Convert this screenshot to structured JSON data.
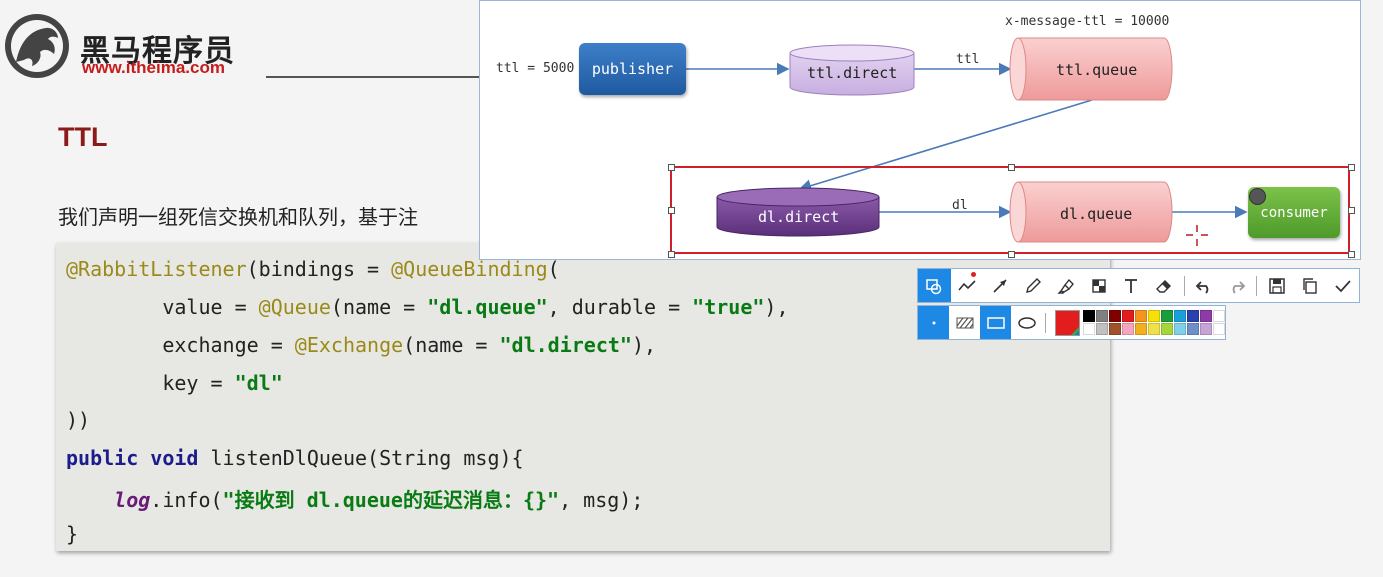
{
  "slide": {
    "logo_cn": "黑马程序员",
    "logo_url": "www.itheima.com",
    "title": "TTL",
    "text": "我们声明一组死信交换机和队列，基于注"
  },
  "code": {
    "lines": [
      [
        {
          "t": "@RabbitListener",
          "c": "c-ann"
        },
        {
          "t": "(bindings = ",
          "c": ""
        },
        {
          "t": "@QueueBinding",
          "c": "c-ann"
        },
        {
          "t": "(",
          "c": ""
        }
      ],
      [
        {
          "t": "        value = ",
          "c": ""
        },
        {
          "t": "@Queue",
          "c": "c-ann"
        },
        {
          "t": "(name = ",
          "c": ""
        },
        {
          "t": "\"dl.queue\"",
          "c": "c-str"
        },
        {
          "t": ", durable = ",
          "c": ""
        },
        {
          "t": "\"true\"",
          "c": "c-str"
        },
        {
          "t": "),",
          "c": ""
        }
      ],
      [
        {
          "t": "        exchange = ",
          "c": ""
        },
        {
          "t": "@Exchange",
          "c": "c-ann"
        },
        {
          "t": "(name = ",
          "c": ""
        },
        {
          "t": "\"dl.direct\"",
          "c": "c-str"
        },
        {
          "t": "),",
          "c": ""
        }
      ],
      [
        {
          "t": "        key = ",
          "c": ""
        },
        {
          "t": "\"dl\"",
          "c": "c-str"
        }
      ],
      [
        {
          "t": "))",
          "c": ""
        }
      ],
      [
        {
          "t": "public",
          "c": "c-kw"
        },
        {
          "t": " ",
          "c": ""
        },
        {
          "t": "void",
          "c": "c-kw"
        },
        {
          "t": " listenDlQueue(String msg){",
          "c": ""
        }
      ],
      [
        {
          "t": "    ",
          "c": ""
        },
        {
          "t": "log",
          "c": "c-log"
        },
        {
          "t": ".info(",
          "c": ""
        },
        {
          "t": "\"接收到 dl.queue的延迟消息：{}\"",
          "c": "c-str"
        },
        {
          "t": ", msg);",
          "c": ""
        }
      ],
      [
        {
          "t": "}",
          "c": ""
        }
      ]
    ]
  },
  "diagram": {
    "ttl_label": "ttl = 5000",
    "publisher": "publisher",
    "ttl_direct": "ttl.direct",
    "ttl_edge": "ttl",
    "ttl_queue": "ttl.queue",
    "queue_ttl": "x-message-ttl = 10000",
    "dl_direct": "dl.direct",
    "dl_edge": "dl",
    "dl_queue": "dl.queue",
    "consumer": "consumer"
  },
  "colors": {
    "accent_red": "#d01f2a",
    "toolbar_active": "#1e88e5",
    "current_color": "#e11d1d"
  },
  "toolbar": {
    "row1": [
      "shape-tool-icon",
      "polyline-icon",
      "arrow-icon",
      "pen-icon",
      "highlighter-icon",
      "mosaic-icon",
      "text-icon",
      "eraser-icon",
      "undo-icon",
      "redo-icon",
      "save-icon",
      "copy-icon",
      "confirm-icon"
    ],
    "row2": [
      "dot-size-icon",
      "hatch-fill-icon",
      "rectangle-icon",
      "ellipse-icon"
    ],
    "palette": [
      "#000000",
      "#808080",
      "#800000",
      "#e11d1d",
      "#f7941d",
      "#f5e10a",
      "#1a9e3a",
      "#1aa0d8",
      "#2b3fae",
      "#8e3aa8",
      "#ffffff",
      "#ffffff",
      "#c0c0c0",
      "#a0522d",
      "#f4a6c0",
      "#f2b01e",
      "#f0e14a",
      "#a6d63a",
      "#7fd0e8",
      "#6f8fc8",
      "#c6a4d8",
      "#ffffff"
    ]
  }
}
